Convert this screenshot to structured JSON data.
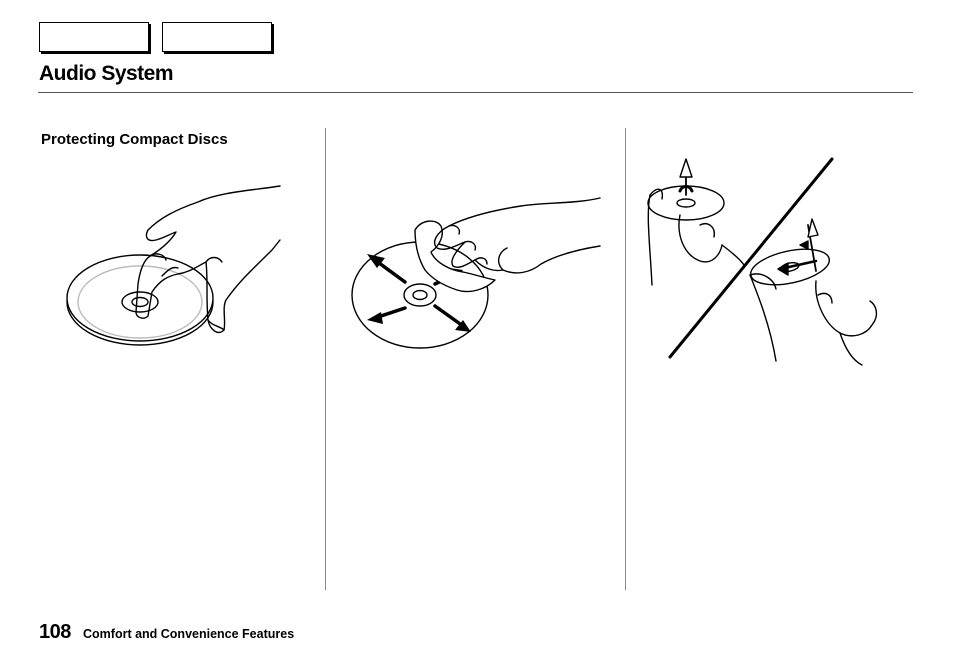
{
  "header": {
    "nav_buttons": [
      {
        "label": ""
      },
      {
        "label": ""
      }
    ],
    "title": "Audio System"
  },
  "content": {
    "section_heading": "Protecting Compact Discs",
    "illustrations": [
      {
        "icon": "hand-holding-disc-icon"
      },
      {
        "icon": "wiping-disc-icon"
      },
      {
        "icon": "disc-handling-icon"
      }
    ]
  },
  "footer": {
    "page_number": "108",
    "section": "Comfort and Convenience Features"
  }
}
